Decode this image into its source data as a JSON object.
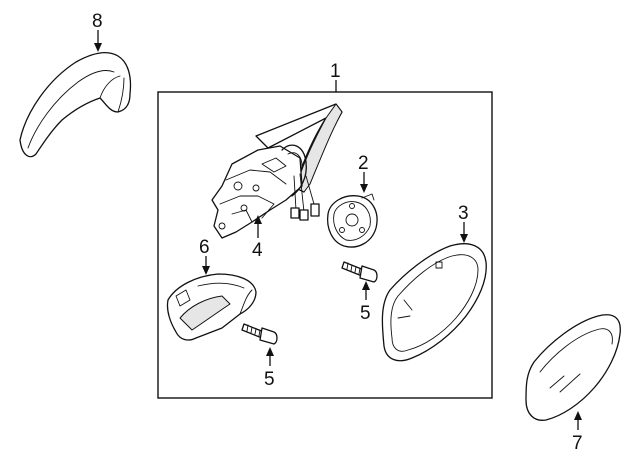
{
  "callouts": {
    "c1": "1",
    "c2": "2",
    "c3": "3",
    "c4": "4",
    "c5a": "5",
    "c5b": "5",
    "c6": "6",
    "c7": "7",
    "c8": "8"
  }
}
